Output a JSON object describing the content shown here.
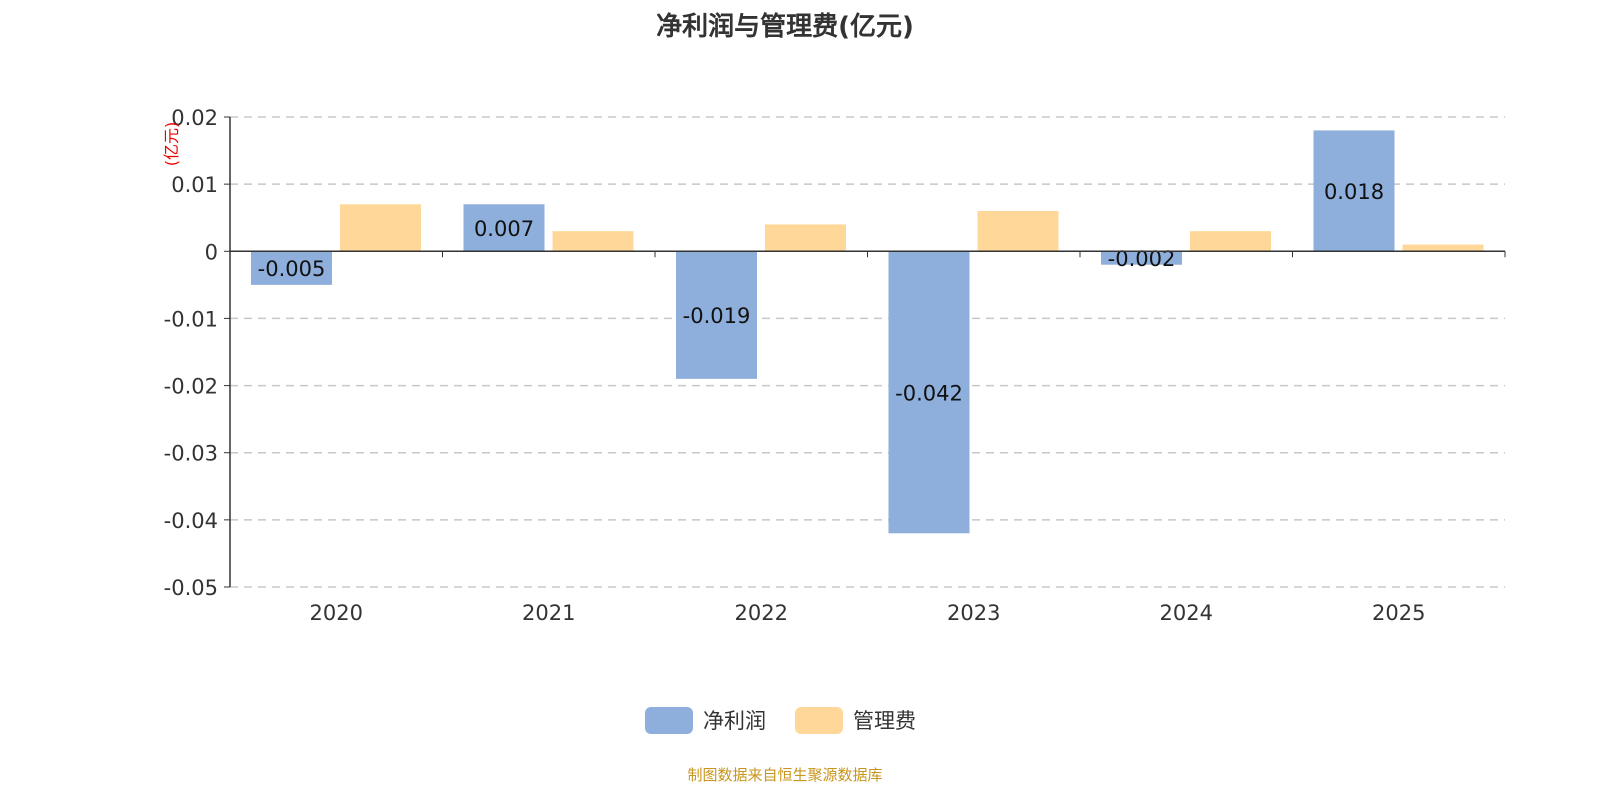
{
  "chart_data": {
    "type": "bar",
    "title": "净利润与管理费(亿元)",
    "ylabel": "(亿元)",
    "xlabel": "",
    "categories": [
      "2020",
      "2021",
      "2022",
      "2023",
      "2024",
      "2025"
    ],
    "series": [
      {
        "name": "净利润",
        "color": "#8eaedb",
        "values": [
          -0.005,
          0.007,
          -0.019,
          -0.042,
          -0.002,
          0.018
        ],
        "labels": [
          "-0.005",
          "0.007",
          "-0.019",
          "-0.042",
          "-0.002",
          "0.018"
        ]
      },
      {
        "name": "管理费",
        "color": "#ffd899",
        "values": [
          0.007,
          0.003,
          0.004,
          0.006,
          0.003,
          0.001
        ]
      }
    ],
    "ylim": [
      -0.05,
      0.02
    ],
    "yticks": [
      "0.02",
      "0.01",
      "0",
      "-0.01",
      "-0.02",
      "-0.03",
      "-0.04",
      "-0.05"
    ],
    "ytick_values": [
      0.02,
      0.01,
      0,
      -0.01,
      -0.02,
      -0.03,
      -0.04,
      -0.05
    ],
    "grid": true,
    "legend_position": "bottom-center"
  },
  "footer": "制图数据来自恒生聚源数据库"
}
